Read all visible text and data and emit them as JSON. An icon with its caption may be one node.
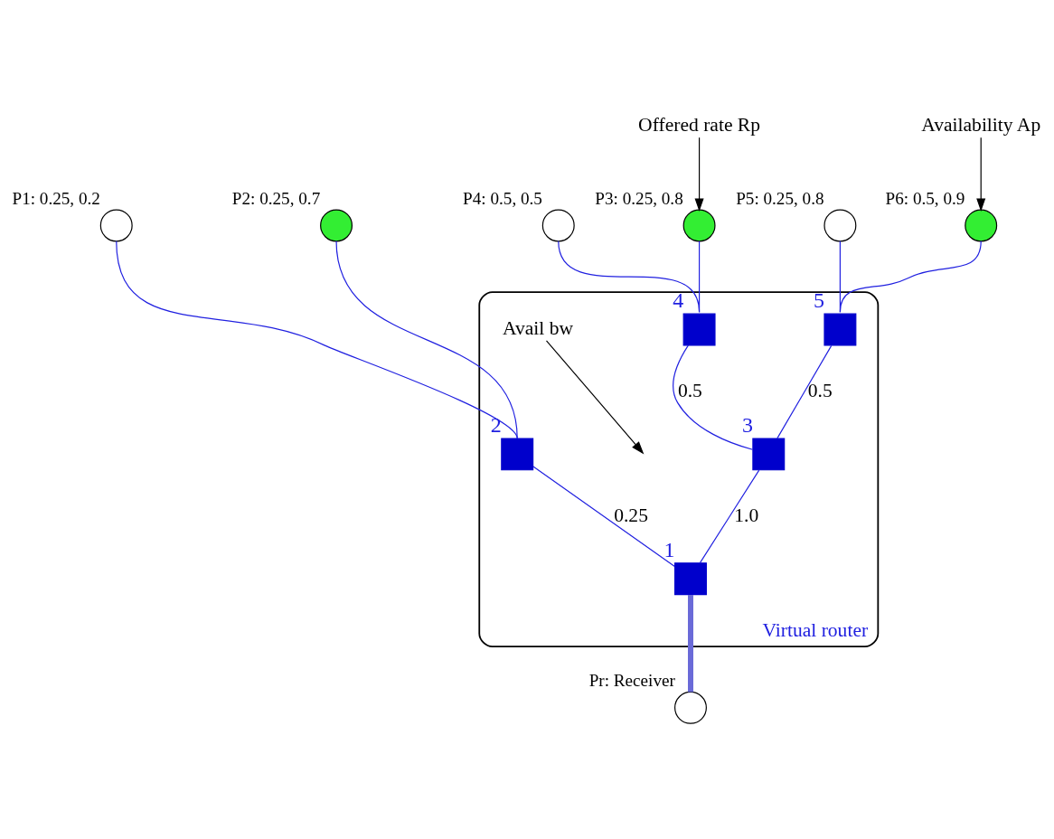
{
  "diagram": {
    "nodes": [
      {
        "text": [],
        "shape": "circle",
        "beside": [
          "P3: 0.25, 0.8"
        ]
      },
      {
        "text": [],
        "shape": "circle",
        "beside": [
          "P4: 0.5, 0.5"
        ]
      },
      {
        "text": [],
        "shape": "circle",
        "beside": [
          "P5: 0.25, 0.8"
        ]
      },
      {
        "text": [],
        "shape": "circle",
        "beside": [
          "P6: 0.5, 0.9"
        ]
      },
      {
        "text": [],
        "shape": "circle",
        "beside": [
          "P2: 0.25, 0.7"
        ]
      },
      {
        "text": [
          "Offered rate Rp"
        ]
      },
      {
        "text": [
          "Availability Ap"
        ]
      },
      {
        "text": [],
        "shape": "circle",
        "beside": [
          "P1: 0.25, 0.2"
        ]
      },
      {
        "text": [
          "Virtual router"
        ]
      },
      {
        "text": [],
        "shape": "box",
        "beside": [
          "4"
        ],
        "in": 8
      },
      {
        "text": [],
        "shape": "box",
        "beside": [
          "5"
        ],
        "in": 8
      },
      {
        "text": [],
        "shape": "box",
        "beside": [
          "2"
        ],
        "in": 8
      },
      {
        "text": [],
        "shape": "box",
        "beside": [
          "3"
        ],
        "in": 8
      },
      {
        "text": [],
        "shape": "box",
        "beside": [
          "1"
        ],
        "in": 8
      },
      {
        "text": [],
        "shape": "circle",
        "beside": [
          "Pr: Receiver"
        ]
      },
      {
        "text": [
          "Avail bw"
        ],
        "in": 8
      }
    ],
    "edges": [
      {
        "from": 7,
        "to": 11,
        "arrow": "none"
      },
      {
        "from": 4,
        "to": 11,
        "arrow": "none"
      },
      {
        "from": 11,
        "to": 13,
        "arrow": "none",
        "label": "0.25"
      },
      {
        "from": 0,
        "to": 9,
        "arrow": "none"
      },
      {
        "from": 1,
        "to": 9,
        "arrow": "none"
      },
      {
        "from": 9,
        "to": 12,
        "arrow": "none",
        "label": "0.5"
      },
      {
        "from": 2,
        "to": 10,
        "arrow": "none"
      },
      {
        "from": 3,
        "to": 10,
        "arrow": "none"
      },
      {
        "from": 10,
        "to": 12,
        "arrow": "none",
        "label": "0.5"
      },
      {
        "from": 12,
        "to": 13,
        "arrow": "none",
        "label": "1.0"
      },
      {
        "from": 13,
        "to": 14,
        "arrow": "none",
        "style": "thick",
        "color": "#6a6ad8"
      },
      {
        "from": 5,
        "to": 0,
        "arrow": "to",
        "color": "#000000"
      },
      {
        "from": 6,
        "to": 3,
        "arrow": "to",
        "color": "#000000"
      },
      {
        "from": 15,
        "to": null,
        "arrow": "to",
        "color": "#000000"
      }
    ]
  }
}
